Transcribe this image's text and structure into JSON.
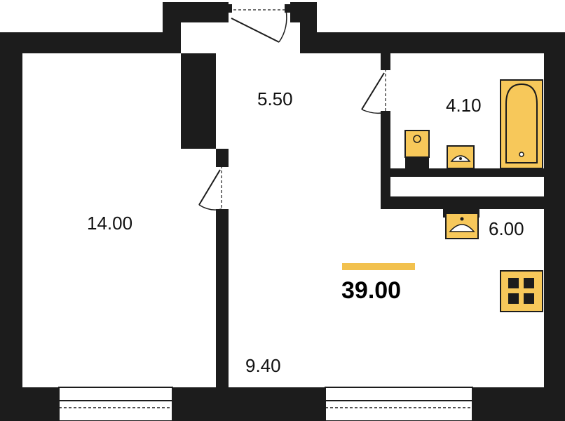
{
  "colors": {
    "wall": "#1c1c1c",
    "fixture": "#f7c85a",
    "accent": "#f2c14e",
    "background": "#ffffff"
  },
  "rooms": {
    "living": {
      "area": "14.00"
    },
    "hall": {
      "area": "5.50"
    },
    "bathroom": {
      "area": "4.10"
    },
    "kitchen": {
      "area": "6.00"
    },
    "main": {
      "area": "9.40"
    }
  },
  "total_area": "39.00",
  "fixtures": [
    "bathtub-icon",
    "toilet-icon",
    "bathroom-sink-icon",
    "kitchen-sink-icon",
    "stove-icon"
  ]
}
